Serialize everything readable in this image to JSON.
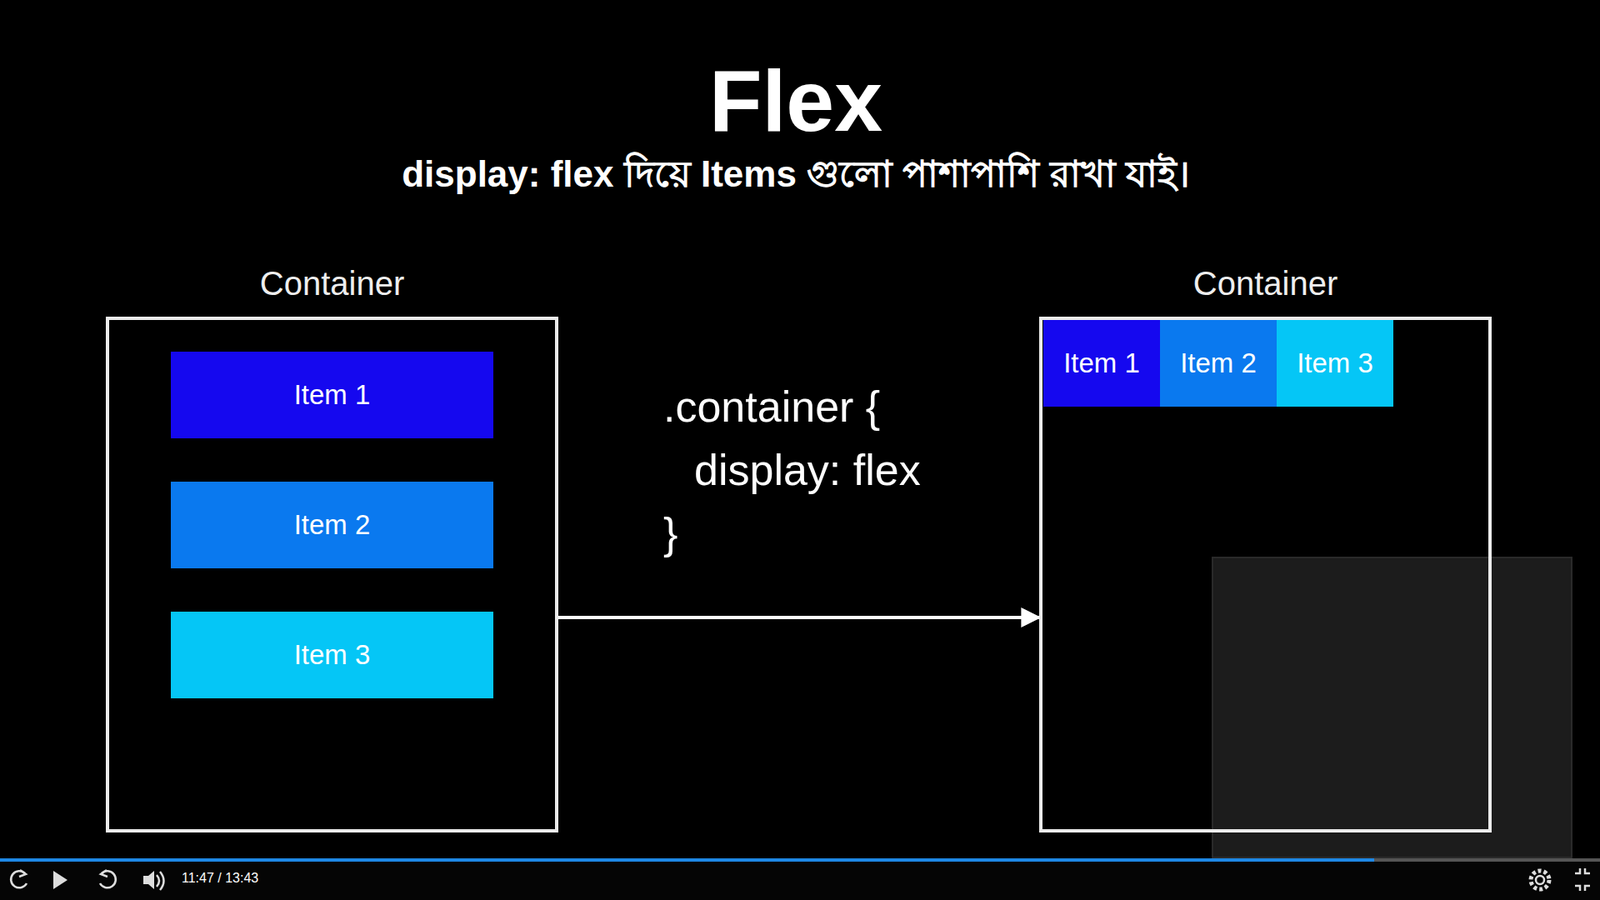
{
  "diagram": {
    "title": "Flex",
    "nodes": [
      {
        "text": [
          "Container"
        ]
      },
      {
        "text": [
          "Item 1"
        ],
        "in": 0
      },
      {
        "text": [
          "Item 2"
        ],
        "in": 0
      },
      {
        "text": [
          "Item 3"
        ],
        "in": 0
      },
      {
        "text": [
          "Container"
        ]
      },
      {
        "text": [
          "Item 1"
        ],
        "in": 4
      },
      {
        "text": [
          "Item 2"
        ],
        "in": 4
      },
      {
        "text": [
          "Item 3"
        ],
        "in": 4
      }
    ],
    "edges": [
      {
        "from": 0,
        "to": 4,
        "arrow": "to"
      }
    ],
    "labels": [
      "display: flex দিয়ে Items গুলো পাশাপাশি রাখা যাই।",
      ".container {",
      "display: flex",
      "}",
      "11:47 / 13:43"
    ]
  }
}
